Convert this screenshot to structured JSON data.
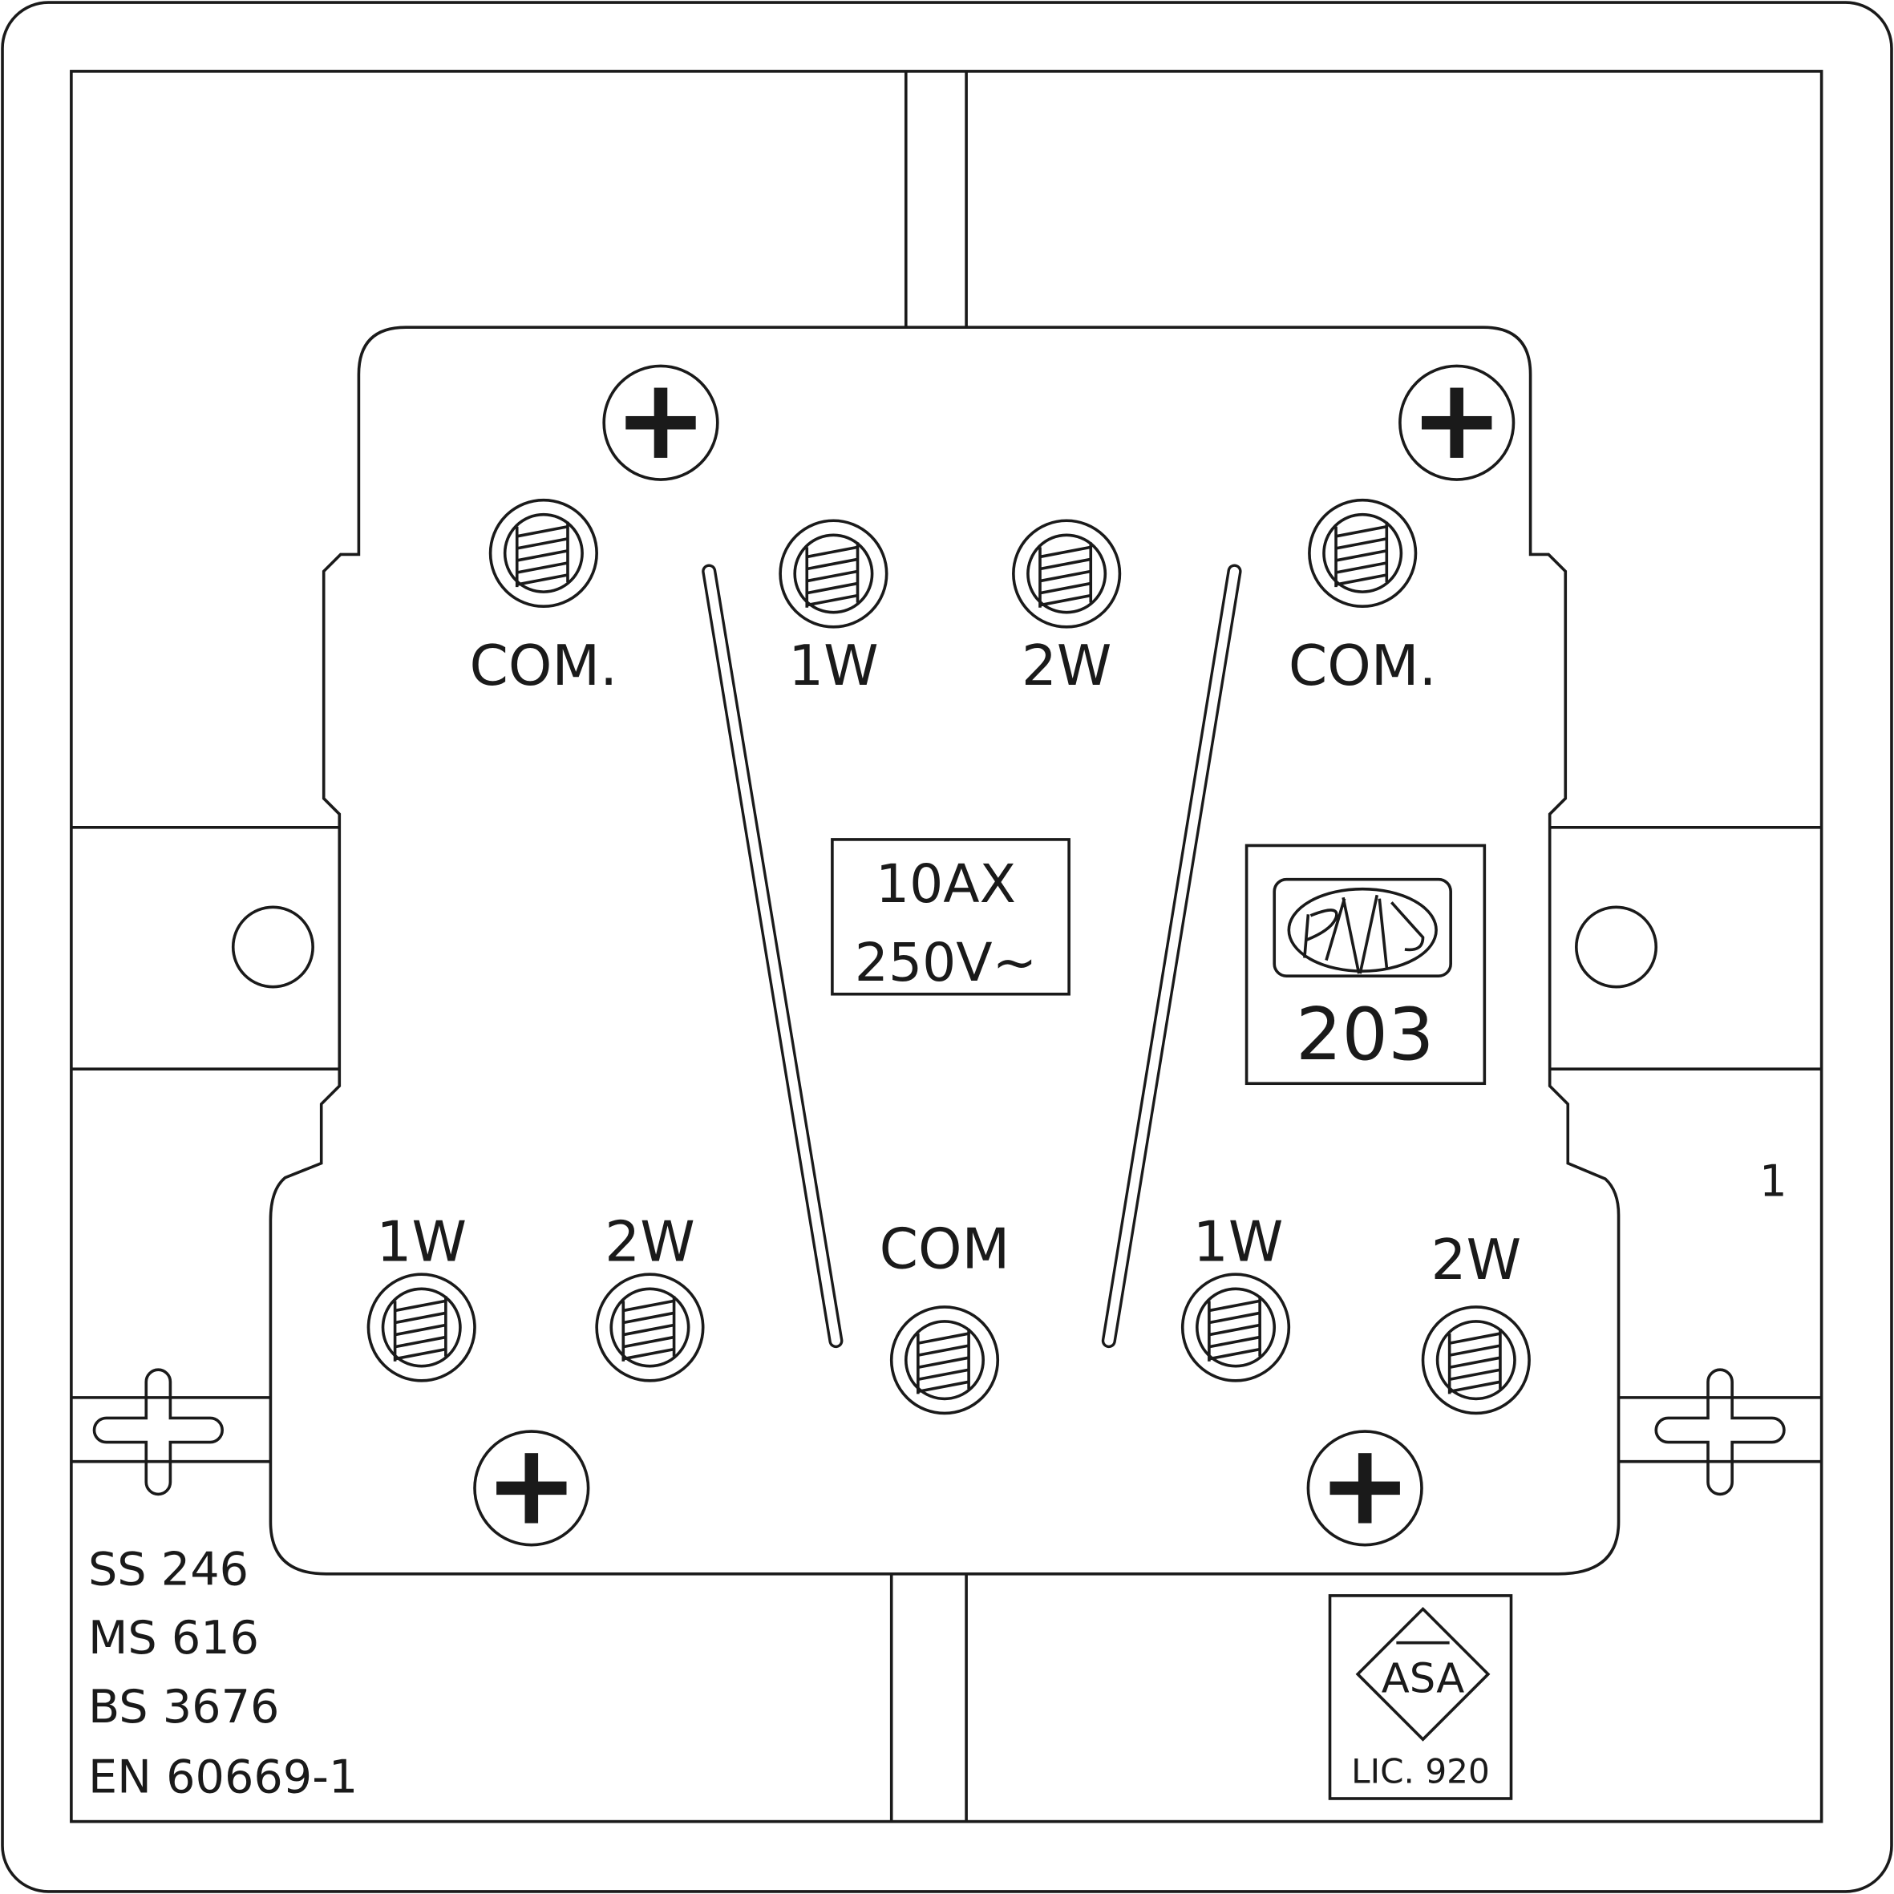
{
  "terminals_top": [
    {
      "label": "COM."
    },
    {
      "label": "1W"
    },
    {
      "label": "2W"
    },
    {
      "label": "COM."
    }
  ],
  "terminals_bottom": [
    {
      "label": "1W"
    },
    {
      "label": "2W"
    },
    {
      "label": "COM"
    },
    {
      "label": "1W"
    },
    {
      "label": "2W"
    }
  ],
  "rating": {
    "current": "10AX",
    "voltage": "250V~"
  },
  "maker_logo": {
    "text": "PMS",
    "model": "203"
  },
  "standards": [
    "SS 246",
    "MS 616",
    "BS 3676",
    "EN 60669-1"
  ],
  "approval": {
    "mark": "ASA",
    "licence": "LIC. 920"
  },
  "position_marker": "1",
  "colors": {
    "line": "#1a1a1a",
    "background": "#ffffff"
  }
}
